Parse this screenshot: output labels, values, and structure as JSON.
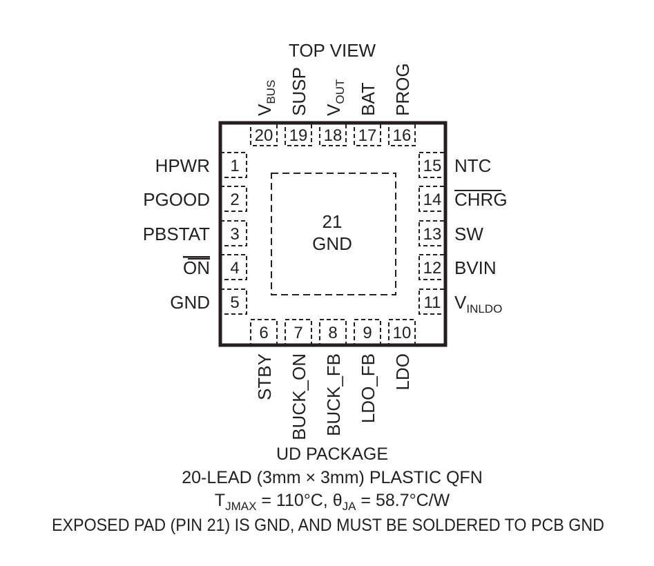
{
  "title": "TOP VIEW",
  "top_pins": [
    {
      "number": "20",
      "name": "V",
      "sub": "BUS"
    },
    {
      "number": "19",
      "name": "SUSP",
      "sub": ""
    },
    {
      "number": "18",
      "name": "V",
      "sub": "OUT"
    },
    {
      "number": "17",
      "name": "BAT",
      "sub": ""
    },
    {
      "number": "16",
      "name": "PROG",
      "sub": ""
    }
  ],
  "left_pins": [
    {
      "number": "1",
      "name": "HPWR"
    },
    {
      "number": "2",
      "name": "PGOOD"
    },
    {
      "number": "3",
      "name": "PBSTAT"
    },
    {
      "number": "4",
      "name": "ON",
      "overline": true
    },
    {
      "number": "5",
      "name": "GND"
    }
  ],
  "right_pins": [
    {
      "number": "15",
      "name": "NTC",
      "sub": ""
    },
    {
      "number": "14",
      "name": "CHRG",
      "sub": "",
      "overline": true
    },
    {
      "number": "13",
      "name": "SW",
      "sub": ""
    },
    {
      "number": "12",
      "name": "BVIN",
      "sub": ""
    },
    {
      "number": "11",
      "name": "V",
      "sub": "INLDO"
    }
  ],
  "bottom_pins": [
    {
      "number": "6",
      "name": "STBY"
    },
    {
      "number": "7",
      "name": "BUCK_ON"
    },
    {
      "number": "8",
      "name": "BUCK_FB"
    },
    {
      "number": "9",
      "name": "LDO_FB"
    },
    {
      "number": "10",
      "name": "LDO"
    }
  ],
  "exposed_pad": {
    "number": "21",
    "name": "GND"
  },
  "caption": {
    "line1": "UD PACKAGE",
    "line2": "20-LEAD (3mm × 3mm) PLASTIC QFN",
    "line3": {
      "t": "T",
      "t_sub": "JMAX",
      "t_rest": " = 110°C, ",
      "theta": "θ",
      "theta_sub": "JA",
      "theta_rest": " = 58.7°C/W"
    },
    "line4": "EXPOSED PAD (PIN 21) IS GND, AND MUST BE SOLDERED TO PCB GND"
  }
}
